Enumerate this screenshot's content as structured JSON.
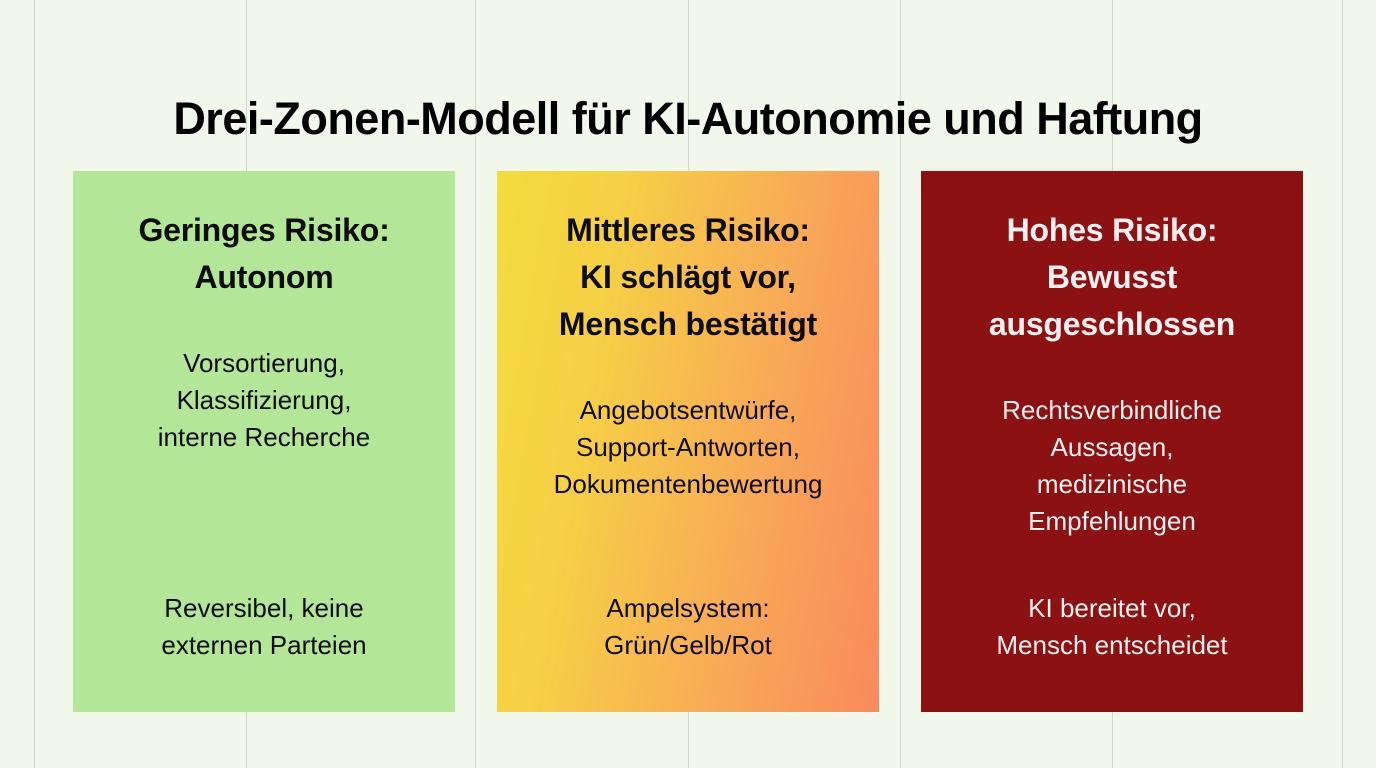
{
  "slide": {
    "title": "Drei-Zonen-Modell für KI-Autonomie und Haftung",
    "background_color": "#f2f7ec",
    "grid_line_color": "#c9d3c4",
    "grid_line_positions": [
      34,
      246,
      475,
      688,
      900,
      1112,
      1342
    ]
  },
  "columns": [
    {
      "id": "zone-low-risk",
      "heading": "Geringes Risiko:\nAutonom",
      "body": "Vorsortierung,\nKlassifizierung,\ninterne Recherche",
      "footer": "Reversibel, keine\nexternen Parteien",
      "background_color": "#b3e697",
      "text_color": "#0d0d0d"
    },
    {
      "id": "zone-medium-risk",
      "heading": "Mittleres Risiko:\nKI schlägt vor,\nMensch bestätigt",
      "body": "Angebotsentwürfe,\nSupport-Antworten,\nDokumentenbewertung",
      "footer": "Ampelsystem:\nGrün/Gelb/Rot",
      "background_color_start": "#f4dc3c",
      "background_color_end": "#f98a5c",
      "text_color": "#0d0d0d"
    },
    {
      "id": "zone-high-risk",
      "heading": "Hohes Risiko:\nBewusst\nausgeschlossen",
      "body": "Rechtsverbindliche\nAussagen,\nmedizinische\nEmpfehlungen",
      "footer": "KI bereitet vor,\nMensch entscheidet",
      "background_color": "#8b1113",
      "text_color": "#fbf0ef"
    }
  ]
}
